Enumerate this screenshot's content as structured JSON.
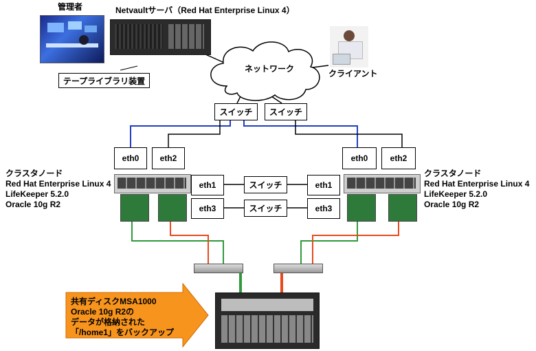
{
  "admin": {
    "label": "管理者"
  },
  "server": {
    "label": "Netvaultサーバ（Red Hat Enterprise Linux 4）"
  },
  "tape_library": {
    "label": "テープライブラリ装置"
  },
  "network": {
    "label": "ネットワーク"
  },
  "client": {
    "label": "クライアント"
  },
  "switches": {
    "top_left": "スイッチ",
    "top_right": "スイッチ",
    "middle_1": "スイッチ",
    "middle_2": "スイッチ"
  },
  "left_node": {
    "title": "クラスタノード",
    "os": "Red Hat Enterprise Linux 4",
    "lifekeeper": "LifeKeeper 5.2.0",
    "oracle": "Oracle 10g R2",
    "eth0": "eth0",
    "eth1": "eth1",
    "eth2": "eth2",
    "eth3": "eth3"
  },
  "right_node": {
    "title": "クラスタノード",
    "os": "Red Hat Enterprise Linux 4",
    "lifekeeper": "LifeKeeper 5.2.0",
    "oracle": "Oracle 10g R2",
    "eth0": "eth0",
    "eth1": "eth1",
    "eth2": "eth2",
    "eth3": "eth3"
  },
  "shared_disk": {
    "line1": "共有ディスクMSA1000",
    "line2": "Oracle 10g R2の",
    "line3": "データが格納された",
    "line4": "「/home1」をバックアップ"
  },
  "colors": {
    "blue_link": "#1f3fbf",
    "green_link": "#2e9a3a",
    "red_link": "#e8481c",
    "arrow_fill": "#f7941d"
  }
}
